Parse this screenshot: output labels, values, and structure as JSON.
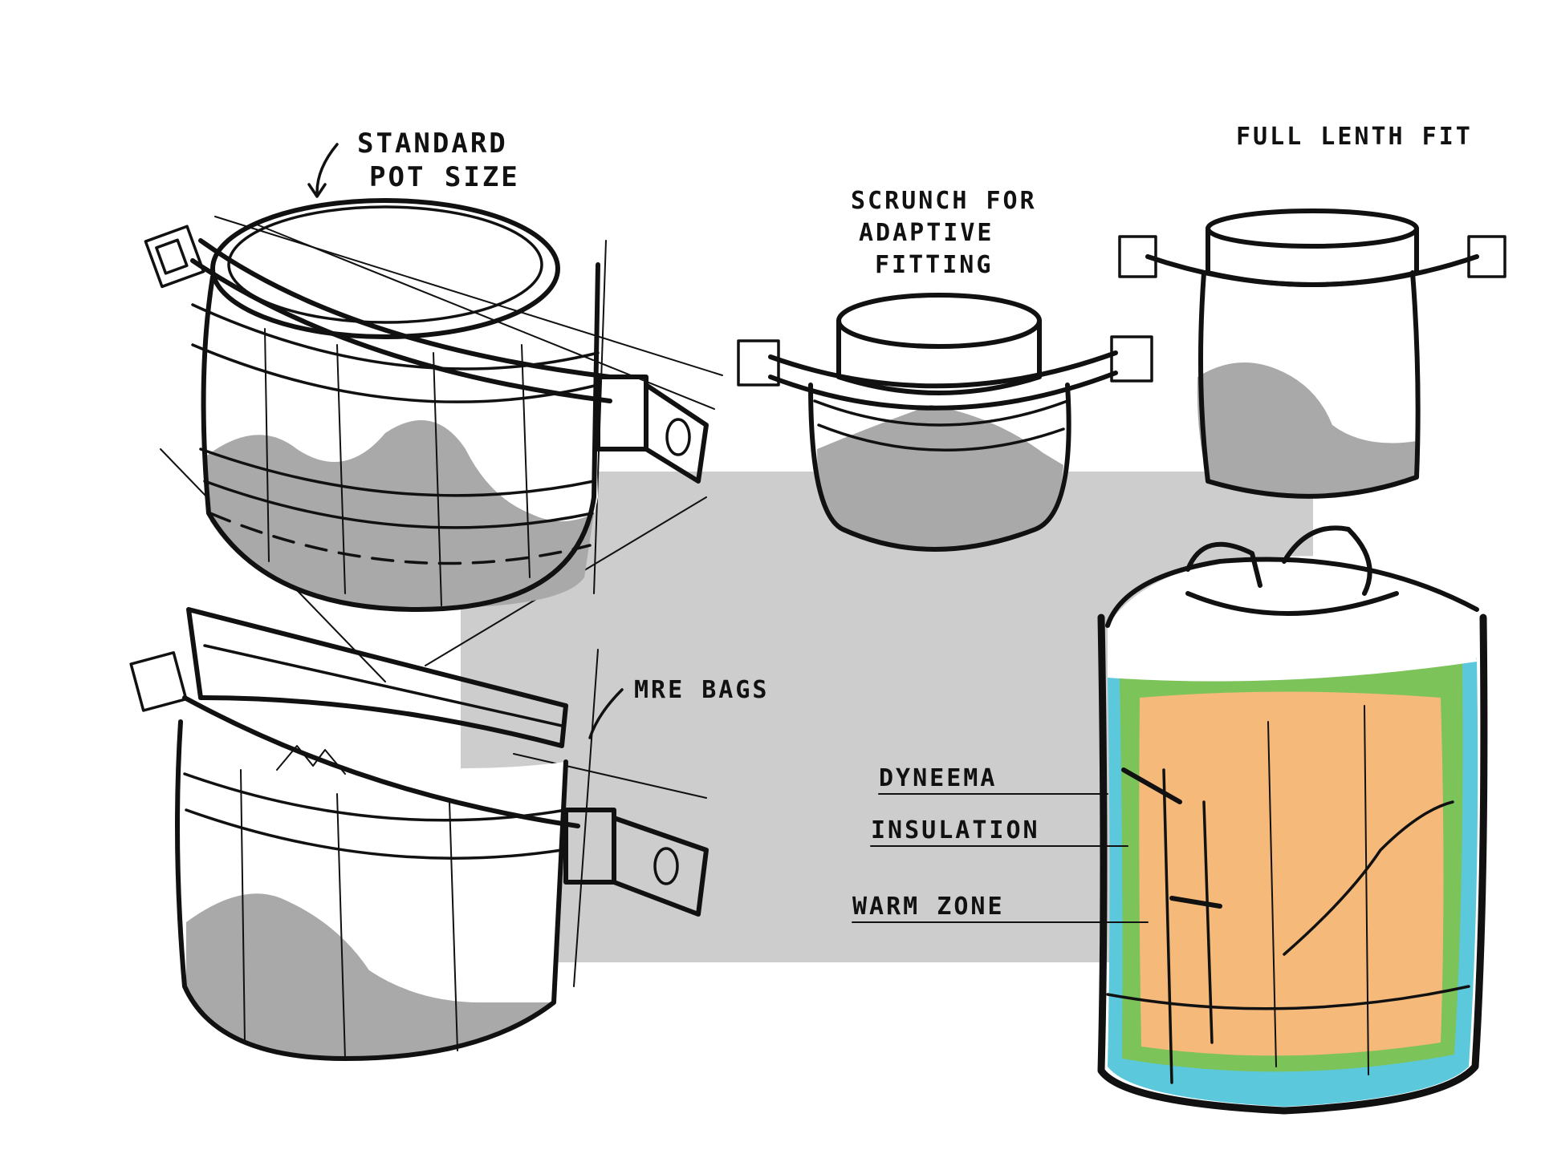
{
  "labels": {
    "standard_pot_size_line1": "STANDARD",
    "standard_pot_size_line2": "POT SIZE",
    "scrunch_line1": "SCRUNCH FOR",
    "scrunch_line2": "ADAPTIVE",
    "scrunch_line3": "FITTING",
    "full_length_fit": "FULL LENTH FIT",
    "mre_bags": "MRE BAGS",
    "dyneema": "DYNEEMA",
    "insulation": "INSULATION",
    "warm_zone": "WARM ZONE"
  },
  "colors": {
    "ink": "#111111",
    "backdrop_gray": "#cdcdcd",
    "shade_gray": "#a9a9a9",
    "dyneema_cyan": "#5bc8dc",
    "insulation_green": "#7cc35a",
    "warm_zone_orange": "#f5b97a"
  }
}
